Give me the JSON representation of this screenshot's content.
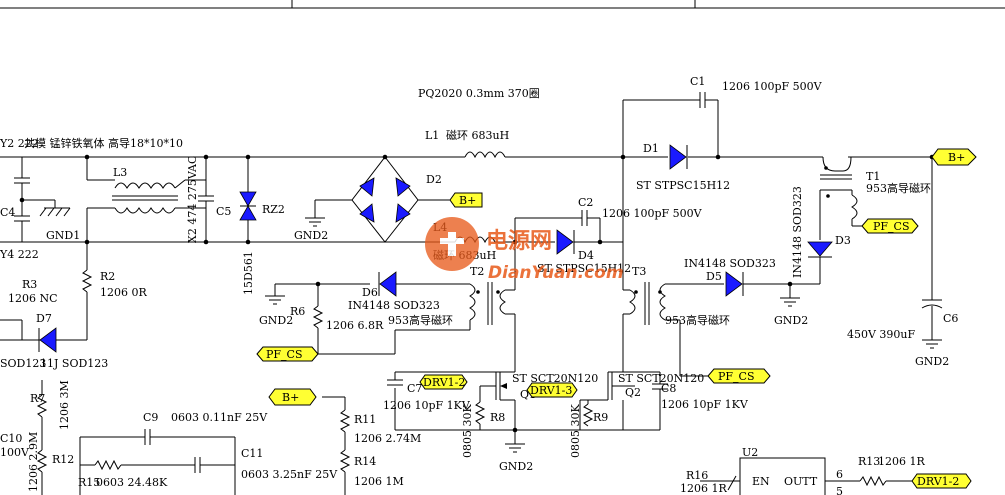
{
  "texts": {
    "pq": "PQ2020 0.3mm 370圈",
    "c1": "C1",
    "c1v": "1206 100pF 500V",
    "l1": "L1",
    "l1v": "磁环  683uH",
    "d1": "D1",
    "d1v": "ST STPSC15H12",
    "t1": "T1",
    "t1v": "953高导磁环",
    "y2": "Y2  222",
    "lmat": "共模 锰锌铁氧体 高导18*10*10",
    "c4": "C4",
    "y4": "Y4  222",
    "gnd1": "GND1",
    "l3": "L3",
    "x2": "X2 474 275VAC",
    "c5": "C5",
    "rz2": "RZ2",
    "d2": "D2",
    "gnd2a": "GND2",
    "c2": "C2",
    "c2v": "1206 100pF 500V",
    "l4": "L4",
    "l4v": "磁环 683uH",
    "d4": "D4",
    "d4v": "ST STPSC15H12",
    "d3": "D3",
    "d3v": "IN4148 SOD323",
    "r3": "R3",
    "r3v": "1206 NC",
    "r2": "R2",
    "r2v": "1206 0R",
    "d7": "D7",
    "sod123a": "SOD123",
    "d7v": "11J SOD123",
    "l5d": "15D561",
    "d6": "D6",
    "d6v": "IN4148 SOD323",
    "r6": "R6",
    "r6v": "1206 6.8R",
    "gnd2b": "GND2",
    "t2": "T2",
    "t2v": "953高导磁环",
    "t3": "T3",
    "t3v": "953高导磁环",
    "d5": "D5",
    "d5v": "IN4148 SOD323",
    "gnd2c": "GND2",
    "c6": "C6",
    "c6v": "450V 390uF",
    "gnd2d": "GND2",
    "q1v": "ST SCT20N120",
    "q1": "Q1",
    "q2v": "ST SCT20N120",
    "q2": "Q2",
    "c7": "C7",
    "c7v": "1206 10pF 1KV",
    "c8": "C8",
    "c8v": "1206 10pF 1KV",
    "r8": "R8",
    "r8v": "0805 30K",
    "r9": "R9",
    "r9v": "0805 30K",
    "gnd2e": "GND2",
    "r7": "R7",
    "r7v": "1206 3M",
    "c10": "C10",
    "c10v": "100V",
    "r12": "R12",
    "r12v": "1206 2.9M",
    "c9": "C9",
    "c9v": "0603 0.11nF 25V",
    "r11": "R11",
    "r11v": "1206 2.74M",
    "r14": "R14",
    "r14v": "1206 1M",
    "c11": "C11",
    "c11v": "0603 3.25nF 25V",
    "r15": "R15",
    "r15v": "0603 24.48K",
    "u2": "U2",
    "en": "EN",
    "outt": "OUTT",
    "r16": "R16",
    "r16v": "1206 1R",
    "r13": "R13",
    "r13v": "1206 1R",
    "pin6": "6",
    "pin5": "5",
    "watermark_cn": "电源网",
    "watermark_en": "DianYuan.com"
  },
  "flags": {
    "bplus1": "B+",
    "bplus2": "B+",
    "bplus3": "B+",
    "pfcs1": "PF_CS",
    "pfcs2": "PF_CS",
    "pfcs3": "PF_CS",
    "drv12a": "DRV1-2",
    "drv13": "DRV1-3",
    "drv12b": "DRV1-2"
  },
  "colors": {
    "diode_fill": "#1a1aff",
    "flag_fill": "#ffff33",
    "watermark": "#e85a1a"
  }
}
